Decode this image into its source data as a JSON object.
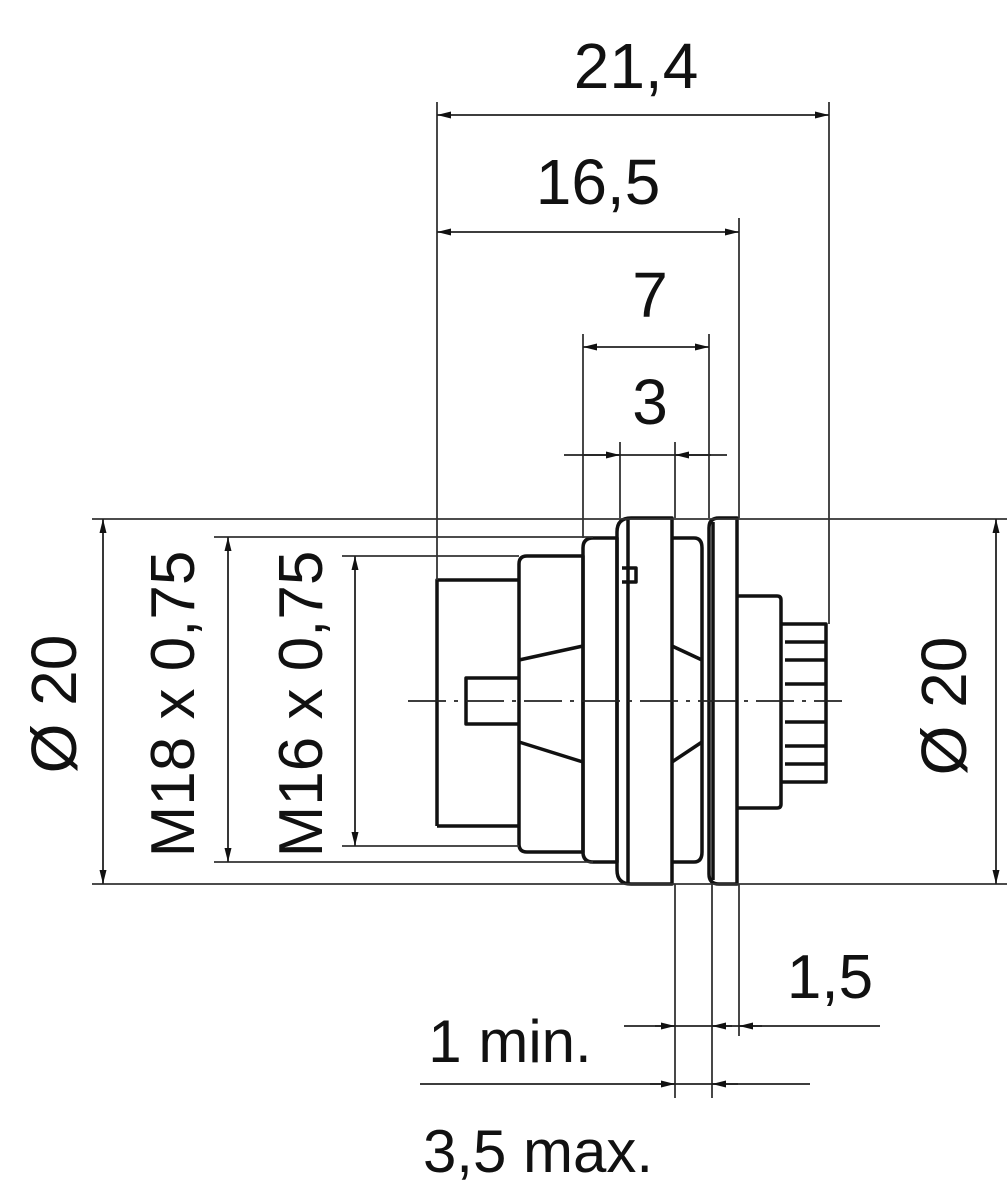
{
  "colors": {
    "ink": "#111111",
    "dimension_line": "#222222",
    "extension_line": "#333333",
    "hidden_line": "#777777",
    "background": "#ffffff"
  },
  "dimensions": {
    "overall_length": "21,4",
    "body_length": "16,5",
    "front_length": "7",
    "thread_section": "3",
    "left_diameter": "Ø 20",
    "right_diameter": "Ø 20",
    "thread_m18": "M18 x 0,75",
    "thread_m16": "M16 x 0,75",
    "flange_thickness": "1,5",
    "panel_min": "1 min.",
    "panel_max": "3,5 max."
  }
}
